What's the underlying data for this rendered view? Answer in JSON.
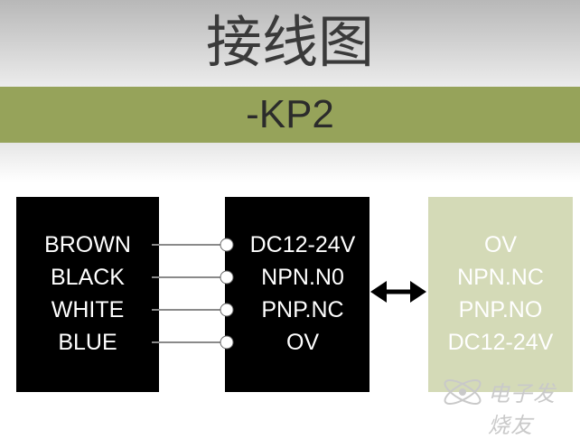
{
  "title": "接线图",
  "model": "-KP2",
  "wire_colors": [
    "BROWN",
    "BLACK",
    "WHITE",
    "BLUE"
  ],
  "terminals": [
    "DC12-24V",
    "NPN.N0",
    "PNP.NC",
    "OV"
  ],
  "alt_terminals": [
    "OV",
    "NPN.NC",
    "PNP.NO",
    "DC12-24V"
  ],
  "watermark": "电子发烧友",
  "colors": {
    "title_band": "#c4c4c4",
    "model_band": "#96a35a",
    "connector_box": "#000000",
    "alt_box": "#d4dab7"
  },
  "icons": {
    "exchange": "double-headed-arrow-icon",
    "watermark_logo": "electron-logo-icon"
  }
}
